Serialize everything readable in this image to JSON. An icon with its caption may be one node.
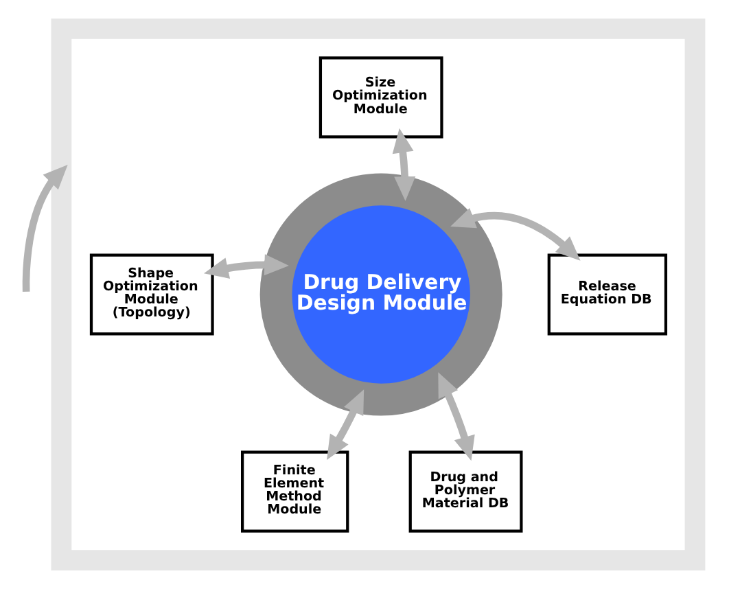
{
  "diagram": {
    "nodes": [
      {
        "text": [],
        "shape": "box"
      },
      {
        "text": [
          "Size Optimization Module"
        ],
        "in": 0
      },
      {
        "text": [
          "Shape Optimization Module (Topology)"
        ],
        "in": 0
      },
      {
        "text": [
          "Drug Delivery Design Module"
        ],
        "in": 0
      },
      {
        "text": [
          "Release Equation DB"
        ],
        "in": 0
      },
      {
        "text": [
          "Finite Element Method Module"
        ],
        "in": 0
      },
      {
        "text": [
          "Drug and Polymer Material DB"
        ],
        "in": 0
      }
    ],
    "edges": [
      {
        "from": null,
        "to": 0,
        "arrow": "to"
      },
      {
        "from": 3,
        "to": 1,
        "arrow": "both"
      },
      {
        "from": 3,
        "to": 2,
        "arrow": "both"
      },
      {
        "from": 3,
        "to": 4,
        "arrow": "both"
      },
      {
        "from": 3,
        "to": 5,
        "arrow": "both"
      },
      {
        "from": 3,
        "to": 6,
        "arrow": "both"
      }
    ]
  }
}
